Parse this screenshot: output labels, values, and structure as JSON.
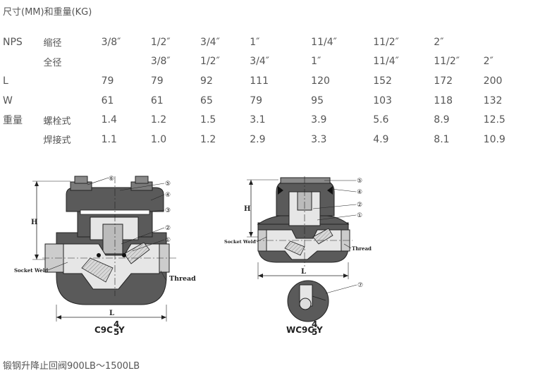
{
  "header": {
    "title": "尺寸(MM)和重量(KG)"
  },
  "table": {
    "rows": [
      {
        "group": "NPS",
        "sub": "缩径",
        "values": [
          "3/8″",
          "1/2″",
          "3/4″",
          "1″",
          "11/4″",
          "11/2″",
          "2″",
          ""
        ]
      },
      {
        "group": "",
        "sub": "全径",
        "values": [
          "",
          "3/8″",
          "1/2″",
          "3/4″",
          "1″",
          "11/4″",
          "11/2″",
          "2″"
        ]
      },
      {
        "group": "L",
        "sub": "",
        "values": [
          "79",
          "79",
          "92",
          "111",
          "120",
          "152",
          "172",
          "200"
        ]
      },
      {
        "group": "W",
        "sub": "",
        "values": [
          "61",
          "61",
          "65",
          "79",
          "95",
          "103",
          "118",
          "132"
        ]
      },
      {
        "group": "重量",
        "sub": "螺栓式",
        "values": [
          "1.4",
          "1.2",
          "1.5",
          "3.1",
          "3.9",
          "5.6",
          "8.9",
          "12.5"
        ]
      },
      {
        "group": "",
        "sub": "焊接式",
        "values": [
          "1.1",
          "1.0",
          "1.2",
          "2.9",
          "3.3",
          "4.9",
          "8.1",
          "10.9"
        ]
      }
    ]
  },
  "drawing_left": {
    "dim_h": "H",
    "dim_l": "L",
    "socket_weld": "Socket Weld",
    "thread": "Thread",
    "model_main": "C9C",
    "model_sup": "4",
    "model_sub": "5",
    "model_tail": "Y",
    "callouts": [
      "①",
      "②",
      "③",
      "④",
      "⑤",
      "⑥"
    ]
  },
  "drawing_right": {
    "dim_h": "H",
    "dim_l": "L",
    "socket_weld": "Socket Weld",
    "thread": "Thread",
    "model_main": "WC9C",
    "model_sup": "4",
    "model_sub": "5",
    "model_tail": "Y",
    "callouts": [
      "①",
      "②",
      "④",
      "⑤",
      "⑦"
    ]
  },
  "footer": {
    "caption": "锻钢升降止回阀900LB～1500LB"
  },
  "colors": {
    "text": "#555555",
    "body_fill": "#5a5a5a",
    "inner_fill": "#e6e6e6"
  }
}
